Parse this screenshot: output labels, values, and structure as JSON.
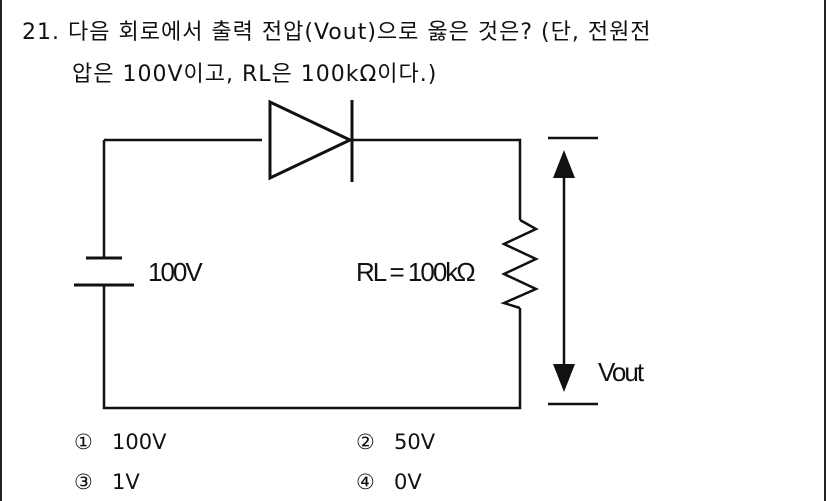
{
  "question": {
    "number": "21.",
    "text_line1": "다음 회로에서 출력 전압(Vout)으로 옳은 것은? (단, 전원전",
    "text_line2": "압은 100V이고, RL은 100kΩ이다.)"
  },
  "circuit": {
    "source_label": "100V",
    "resistor_label": "RL = 100kΩ",
    "output_label": "Vout"
  },
  "choices": [
    {
      "num": "①",
      "text": "100V"
    },
    {
      "num": "②",
      "text": "50V"
    },
    {
      "num": "③",
      "text": "1V"
    },
    {
      "num": "④",
      "text": "0V"
    }
  ]
}
